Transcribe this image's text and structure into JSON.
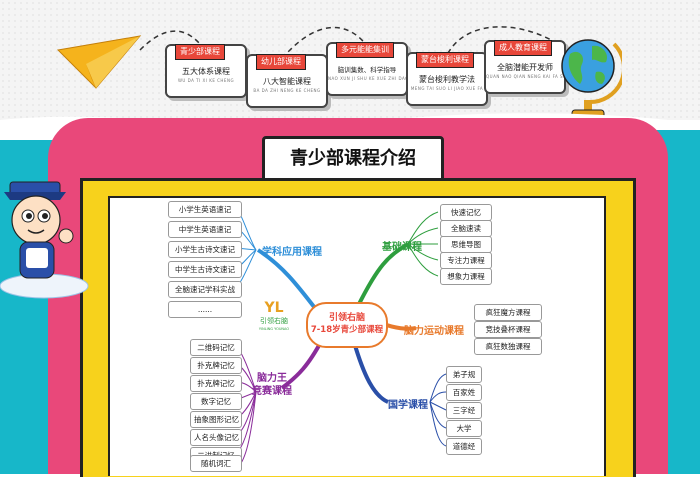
{
  "course_cards": [
    {
      "tag": "青少部课程",
      "title": "五大体系课程",
      "sub": "WU DA TI XI KE CHENG"
    },
    {
      "tag": "幼儿部课程",
      "title": "八大智能课程",
      "sub": "BA DA ZHI NENG KE CHENG"
    },
    {
      "tag": "多元能能集训",
      "title": "脑训集数、科学指导",
      "sub": "NAO XUN JI SHU KE XUE ZHI DAO"
    },
    {
      "tag": "蒙台梭利课程",
      "title": "蒙台梭利教学法",
      "sub": "MENG TAI SUO LI JIAO XUE FA"
    },
    {
      "tag": "成人教育课程",
      "title": "全脑潜能开发师",
      "sub": "QUAN NAO QIAN NENG KAI FA SHI"
    }
  ],
  "board_title": "青少部课程介绍",
  "logo": {
    "mark": "YL",
    "name": "引领右脑",
    "sub": "YINLING YOUNAO"
  },
  "center": {
    "line1": "引领右脑",
    "line2": "7-18岁青少部课程"
  },
  "branches": {
    "subject": {
      "label": "学科应用课程",
      "items": [
        "小学生英语速记",
        "中学生英语速记",
        "小学生古诗文速记",
        "中学生古诗文速记",
        "全脑速记学科实战",
        "......"
      ]
    },
    "compete": {
      "label_line1": "脑力王",
      "label_line2": "竞赛课程",
      "items": [
        "二维码记忆",
        "扑克牌记忆",
        "扑克牌记忆",
        "数字记忆",
        "抽象图形记忆",
        "人名头像记忆",
        "二进制记忆",
        "随机词汇"
      ]
    },
    "basic": {
      "label": "基础课程",
      "items": [
        "快速记忆",
        "全脑速读",
        "思维导图",
        "专注力课程",
        "想象力课程"
      ]
    },
    "sport": {
      "label": "脑力运动课程",
      "items": [
        "疯狂魔方课程",
        "竞技叠杯课程",
        "疯狂数独课程"
      ]
    },
    "guoxue": {
      "label": "国学课程",
      "items": [
        "弟子规",
        "百家姓",
        "三字经",
        "大学",
        "道德经"
      ]
    }
  },
  "colors": {
    "pink": "#e9487a",
    "teal": "#17b7c9",
    "yellow": "#f7d21c",
    "red": "#e8473a",
    "blue": "#2f8fd8",
    "green": "#2e9e3e",
    "orange": "#e87a2c",
    "purple": "#8a2c9a",
    "darkblue": "#2a4fa8"
  }
}
